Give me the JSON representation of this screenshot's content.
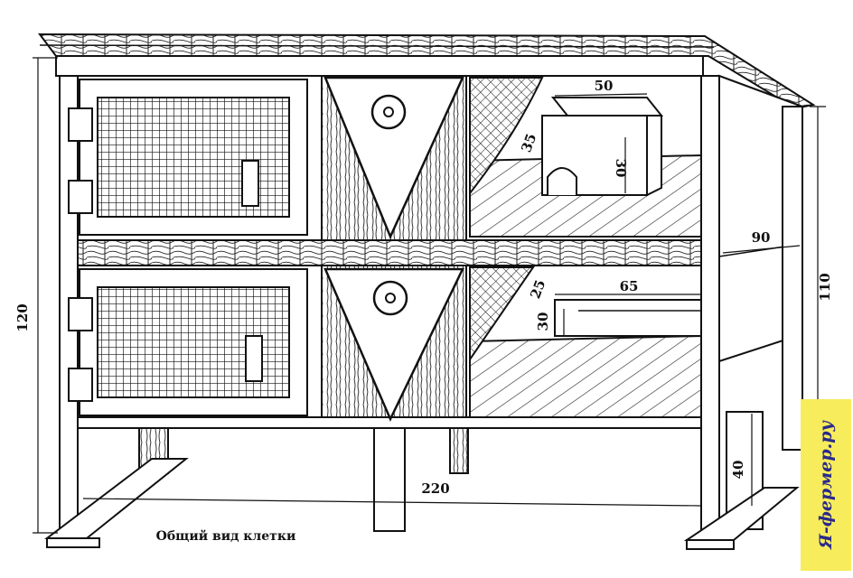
{
  "dimensions": {
    "height_total": "120",
    "roof_width": "50",
    "house_depth": "35",
    "house_height": "30",
    "side_depth": "90",
    "back_height": "110",
    "shelf_offset": "25",
    "shelf_width": "65",
    "shelf_height": "30",
    "total_length": "220",
    "leg_height": "40"
  },
  "caption": "Общий вид клетки",
  "watermark": "Я-фермер.ру"
}
